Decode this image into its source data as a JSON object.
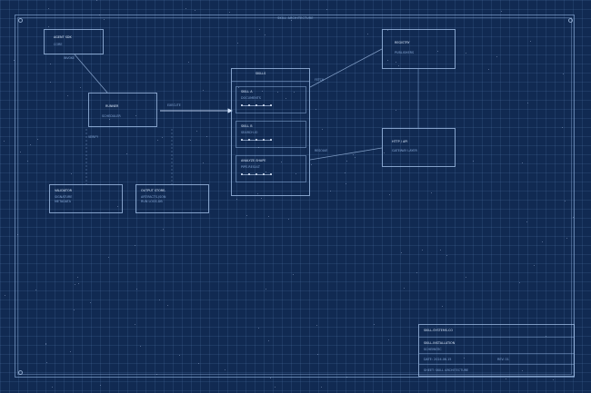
{
  "frame": {
    "title": "SKILL ARCHITECTURE"
  },
  "nodes": {
    "agent_sdk": {
      "title": "AGENT SDK",
      "sub": "CORE"
    },
    "runner": {
      "title": "RUNNER",
      "sub": "SCHEDULER"
    },
    "skills": {
      "title": "SKILLS",
      "items": [
        {
          "title": "SKILL A",
          "sub": "DOCUMENTS"
        },
        {
          "title": "SKILL B",
          "sub": "SEARCH.IO"
        },
        {
          "title": "ANALYZE.SHAPE",
          "sub": "PIPE.RESULT"
        }
      ]
    },
    "registry": {
      "title": "REGISTRY",
      "sub": "PUBLISHERS"
    },
    "http_api": {
      "title": "HTTP / API",
      "sub": "GATEWAY LAYER"
    },
    "validator": {
      "title": "VALIDATOR",
      "line1": "SIGNATURE",
      "line2": "METADATA"
    },
    "output_store": {
      "title": "OUTPUT STORE",
      "line1": "ARTIFACTS.JSON",
      "line2": "RUN LOGS.DB"
    }
  },
  "edge_labels": {
    "core_runner": "INVOKE",
    "runner_skills": "EXECUTE",
    "runner_validator": "VERIFY",
    "skills_registry": "FETCH",
    "skills_http": "RESOLVE"
  },
  "title_block": {
    "org": "SKILL.SYSTEMS.CO",
    "name": "SKILL.INSTALLATION",
    "type": "SCHEMATIC",
    "date": "DATE: 2024.06.15",
    "rev": "REV. 01",
    "footer": "SHEET: SKILL ARCHITECTURE"
  }
}
